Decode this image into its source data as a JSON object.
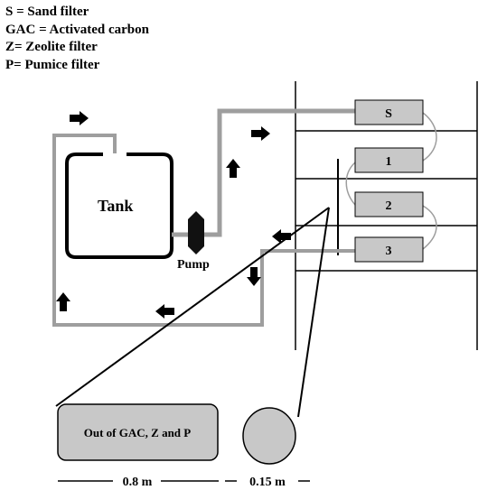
{
  "legend": [
    "S = Sand filter",
    "GAC = Activated carbon",
    "Z= Zeolite filter",
    "P= Pumice filter"
  ],
  "labels": {
    "tank": "Tank",
    "pump": "Pump",
    "filter_s": "S",
    "filter_1": "1",
    "filter_2": "2",
    "filter_3": "3",
    "detail_box": "Out of GAC, Z and P",
    "dim_length": "0.8 m",
    "dim_diameter": "0.15 m"
  },
  "colors": {
    "pipe": "#9e9e9e",
    "filter_fill": "#c8c8c8",
    "pump": "#111111"
  }
}
